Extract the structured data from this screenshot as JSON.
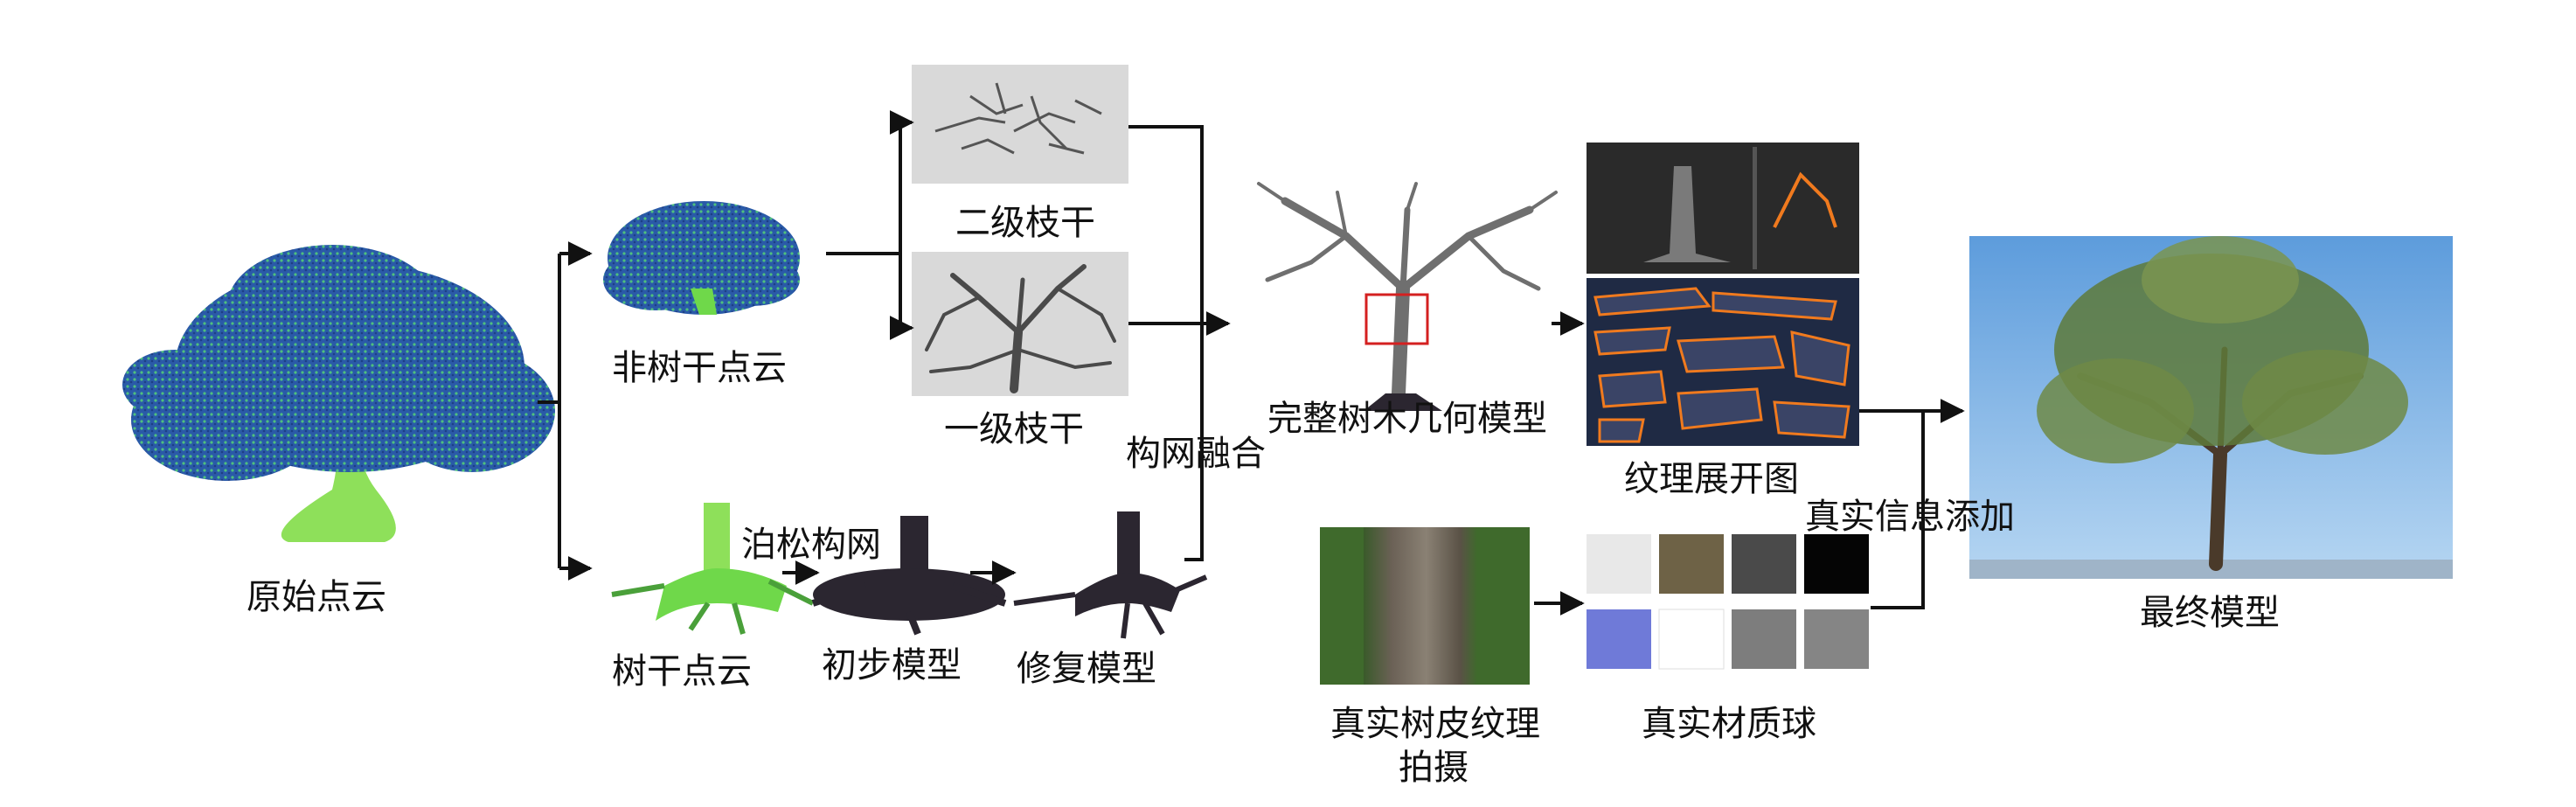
{
  "labels": {
    "raw_cloud": "原始点云",
    "non_trunk": "非树干点云",
    "secondary_branch": "二级枝干",
    "primary_branch": "一级枝干",
    "trunk_cloud": "树干点云",
    "poisson": "泊松构网",
    "initial_model": "初步模型",
    "repaired_model": "修复模型",
    "mesh_fusion": "构网融合",
    "complete_geometry": "完整树木几何模型",
    "uv_unwrap": "纹理展开图",
    "bark_photo_line1": "真实树皮纹理",
    "bark_photo_line2": "拍摄",
    "material_balls": "真实材质球",
    "add_real_info": "真实信息添加",
    "final_model": "最终模型"
  },
  "colors": {
    "point_cloud_blue": "#2a5aa8",
    "point_cloud_green": "#6fd84a",
    "trunk_green": "#8ee05a",
    "dark_model": "#2b2630",
    "branch_gray": "#6f6f6f",
    "sky_blue": "#7fb4e6",
    "uv_orange": "#f07a1e",
    "arrow": "#111111"
  }
}
